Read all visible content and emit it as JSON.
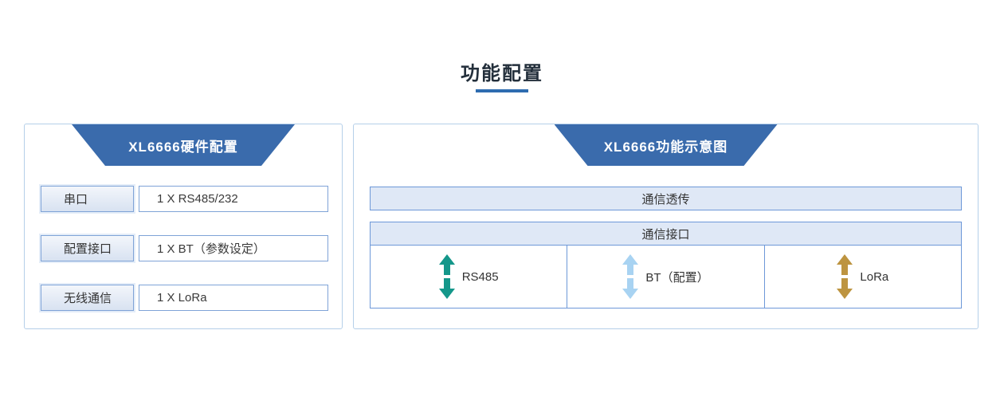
{
  "page": {
    "title": "功能配置"
  },
  "colors": {
    "title_text": "#232f3b",
    "title_underline": "#2e6cb0",
    "panel_border": "#b5cfe9",
    "header_trapezoid": "#3a6bac",
    "box_border": "#7fa3d7",
    "bar_border": "#6d98d8",
    "bar_fill": "#dfe8f6"
  },
  "hardware_panel": {
    "title": "XL6666硬件配置",
    "rows": [
      {
        "label": "串口",
        "value": "1 X RS485/232"
      },
      {
        "label": "配置接口",
        "value": "1 X BT（参数设定）"
      },
      {
        "label": "无线通信",
        "value": "1 X LoRa"
      }
    ]
  },
  "function_panel": {
    "title": "XL6666功能示意图",
    "transparent_bar": "通信透传",
    "interface_header": "通信接口",
    "interfaces": [
      {
        "label": "RS485",
        "arrow_color": "#14978a"
      },
      {
        "label": "BT（配置）",
        "arrow_color": "#a8d3f2"
      },
      {
        "label": "LoRa",
        "arrow_color": "#bd9440"
      }
    ]
  }
}
